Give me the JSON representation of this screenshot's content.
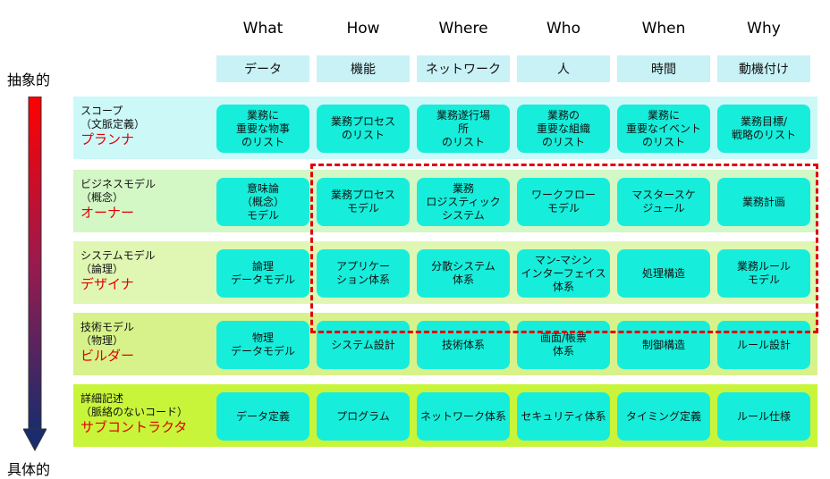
{
  "columns": [
    {
      "head": "What",
      "sub": "データ"
    },
    {
      "head": "How",
      "sub": "機能"
    },
    {
      "head": "Where",
      "sub": "ネットワーク"
    },
    {
      "head": "Who",
      "sub": "人"
    },
    {
      "head": "When",
      "sub": "時間"
    },
    {
      "head": "Why",
      "sub": "動機付け"
    }
  ],
  "axis": {
    "top": "抽象的",
    "bottom": "具体的"
  },
  "rows": [
    {
      "label": "スコープ\n（文脈定義）",
      "role": "プランナ",
      "color": "#ccf8f8",
      "cells": [
        "業務に\n重要な物事\nのリスト",
        "業務プロセス\nのリスト",
        "業務遂行場\n所\nのリスト",
        "業務の\n重要な組織\nのリスト",
        "業務に\n重要なイベント\nのリスト",
        "業務目標/\n戦略のリスト"
      ]
    },
    {
      "label": "ビジネスモデル\n（概念）",
      "role": "オーナー",
      "color": "#d4f7c6",
      "cells": [
        "意味論\n（概念）\nモデル",
        "業務プロセス\nモデル",
        "業務\nロジスティック\nシステム",
        "ワークフロー\nモデル",
        "マスタースケ\nジュール",
        "業務計画"
      ]
    },
    {
      "label": "システムモデル\n（論理）",
      "role": "デザイナ",
      "color": "#e0f7b4",
      "cells": [
        "論理\nデータモデル",
        "アプリケー\nション体系",
        "分散システム\n体系",
        "マン-マシン\nインターフェイス\n体系",
        "処理構造",
        "業務ルール\nモデル"
      ]
    },
    {
      "label": "技術モデル\n（物理）",
      "role": "ビルダー",
      "color": "#d7f28a",
      "cells": [
        "物理\nデータモデル",
        "システム設計",
        "技術体系",
        "画面/帳票\n体系",
        "制御構造",
        "ルール設計"
      ]
    },
    {
      "label": "詳細記述\n（脈絡のないコード）",
      "role": "サブコントラクタ",
      "color": "#c8f53a",
      "cells": [
        "データ定義",
        "プログラム",
        "ネットワーク体系",
        "セキュリティ体系",
        "タイミング定義",
        "ルール仕様"
      ]
    }
  ]
}
